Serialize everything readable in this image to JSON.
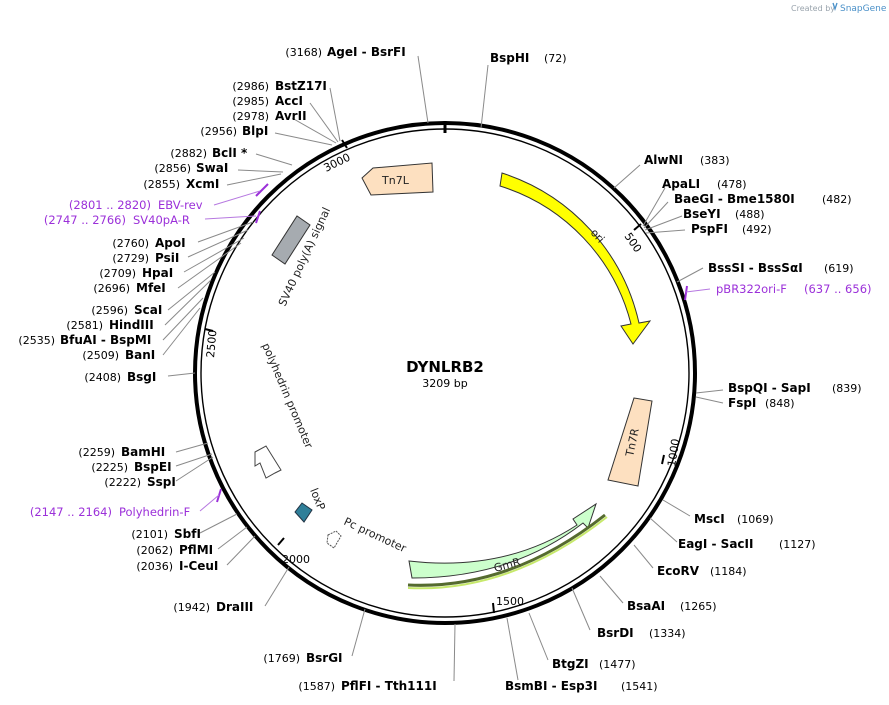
{
  "credit": {
    "prefix": "Created by",
    "brand": "SnapGene"
  },
  "plasmid": {
    "name": "DYNLRB2",
    "length_label": "3209 bp",
    "length": 3209
  },
  "ticks": [
    "500",
    "1000",
    "1500",
    "2000",
    "2500",
    "3000"
  ],
  "enzymes_right": [
    {
      "name": "BspHI",
      "pos": "(72)"
    },
    {
      "name": "AlwNI",
      "pos": "(383)"
    },
    {
      "name": "ApaLI",
      "pos": "(478)"
    },
    {
      "name": "BaeGI  -  Bme1580I",
      "pos": "(482)"
    },
    {
      "name": "BseYI",
      "pos": "(488)"
    },
    {
      "name": "PspFI",
      "pos": "(492)"
    },
    {
      "name": "BssSI  -  BssSαI",
      "pos": "(619)"
    },
    {
      "name": "BspQI  -  SapI",
      "pos": "(839)"
    },
    {
      "name": "FspI",
      "pos": "(848)"
    },
    {
      "name": "MscI",
      "pos": "(1069)"
    },
    {
      "name": "EagI  -  SacII",
      "pos": "(1127)"
    },
    {
      "name": "EcoRV",
      "pos": "(1184)"
    },
    {
      "name": "BsaAI",
      "pos": "(1265)"
    },
    {
      "name": "BsrDI",
      "pos": "(1334)"
    },
    {
      "name": "BtgZI",
      "pos": "(1477)"
    },
    {
      "name": "BsmBI  -  Esp3I",
      "pos": "(1541)"
    }
  ],
  "enzymes_left": [
    {
      "name": "AgeI  -  BsrFI",
      "pos": "(3168)"
    },
    {
      "name": "BstZ17I",
      "pos": "(2986)"
    },
    {
      "name": "AccI",
      "pos": "(2985)"
    },
    {
      "name": "AvrII",
      "pos": "(2978)"
    },
    {
      "name": "BlpI",
      "pos": "(2956)"
    },
    {
      "name": "BclI *",
      "pos": "(2882)"
    },
    {
      "name": "SwaI",
      "pos": "(2856)"
    },
    {
      "name": "XcmI",
      "pos": "(2855)"
    },
    {
      "name": "ApoI",
      "pos": "(2760)"
    },
    {
      "name": "PsiI",
      "pos": "(2729)"
    },
    {
      "name": "HpaI",
      "pos": "(2709)"
    },
    {
      "name": "MfeI",
      "pos": "(2696)"
    },
    {
      "name": "ScaI",
      "pos": "(2596)"
    },
    {
      "name": "HindIII",
      "pos": "(2581)"
    },
    {
      "name": "BfuAI  -  BspMI",
      "pos": "(2535)"
    },
    {
      "name": "BanI",
      "pos": "(2509)"
    },
    {
      "name": "BsgI",
      "pos": "(2408)"
    },
    {
      "name": "BamHI",
      "pos": "(2259)"
    },
    {
      "name": "BspEI",
      "pos": "(2225)"
    },
    {
      "name": "SspI",
      "pos": "(2222)"
    },
    {
      "name": "SbfI",
      "pos": "(2101)"
    },
    {
      "name": "PflMI",
      "pos": "(2062)"
    },
    {
      "name": "I-CeuI",
      "pos": "(2036)"
    },
    {
      "name": "DraIII",
      "pos": "(1942)"
    },
    {
      "name": "BsrGI",
      "pos": "(1769)"
    },
    {
      "name": "PflFI  -  Tth111I",
      "pos": "(1587)"
    }
  ],
  "primers": [
    {
      "name": "pBR322ori-F",
      "range": "(637 .. 656)"
    },
    {
      "name": "EBV-rev",
      "range": "(2801 .. 2820)"
    },
    {
      "name": "SV40pA-R",
      "range": "(2747 .. 2766)"
    },
    {
      "name": "Polyhedrin-F",
      "range": "(2147 .. 2164)"
    }
  ],
  "features": [
    {
      "name": "ori",
      "color": "#ffff00"
    },
    {
      "name": "Tn7R",
      "color": "#fde0c0"
    },
    {
      "name": "GmR",
      "color": "#ccffcc"
    },
    {
      "name": "Pc promoter",
      "color": "#ffffff"
    },
    {
      "name": "loxP",
      "color": "#2f7f99"
    },
    {
      "name": "polyhedrin promoter",
      "color": "#ffffff"
    },
    {
      "name": "SV40 poly(A) signal",
      "color": "#a6abb0"
    },
    {
      "name": "Tn7L",
      "color": "#fde0c0"
    }
  ],
  "colors": {
    "primer": "#9b30d9",
    "leader": "#8a8a8a",
    "backbone": "#000000"
  }
}
